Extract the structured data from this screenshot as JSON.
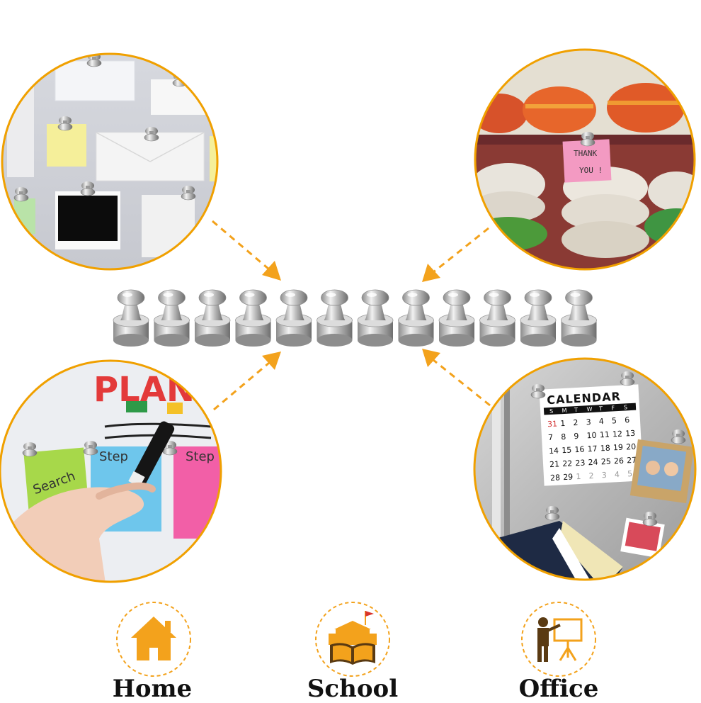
{
  "photo_scenes": {
    "top_left": "memo-board",
    "top_right": "pottery-shelf",
    "bottom_left": "whiteboard",
    "bottom_right": "fridge"
  },
  "whiteboard": {
    "word_top": "PLAN",
    "note_left": "Search",
    "note_mid": "Step",
    "note_right": "Step"
  },
  "sticky_note": {
    "line1": "THANK",
    "line2": "YOU !"
  },
  "calendar": {
    "title": "CALENDAR",
    "weekdays": [
      "S",
      "M",
      "T",
      "W",
      "T",
      "F",
      "S"
    ],
    "days": [
      [
        "31",
        "1",
        "2",
        "3",
        "4",
        "5",
        "6"
      ],
      [
        "7",
        "8",
        "9",
        "10",
        "11",
        "12",
        "13"
      ],
      [
        "14",
        "15",
        "16",
        "17",
        "18",
        "19",
        "20"
      ],
      [
        "21",
        "22",
        "23",
        "24",
        "25",
        "26",
        "27"
      ],
      [
        "28",
        "29",
        "1",
        "2",
        "3",
        "4",
        "5"
      ]
    ]
  },
  "magnet_count": 12,
  "uses": [
    {
      "label": "Home",
      "icon": "home-icon"
    },
    {
      "label": "School",
      "icon": "school-icon"
    },
    {
      "label": "Office",
      "icon": "office-icon"
    }
  ],
  "colors": {
    "accent": "#F3A21C",
    "circle_border": "#F0A000",
    "text": "#111111"
  }
}
